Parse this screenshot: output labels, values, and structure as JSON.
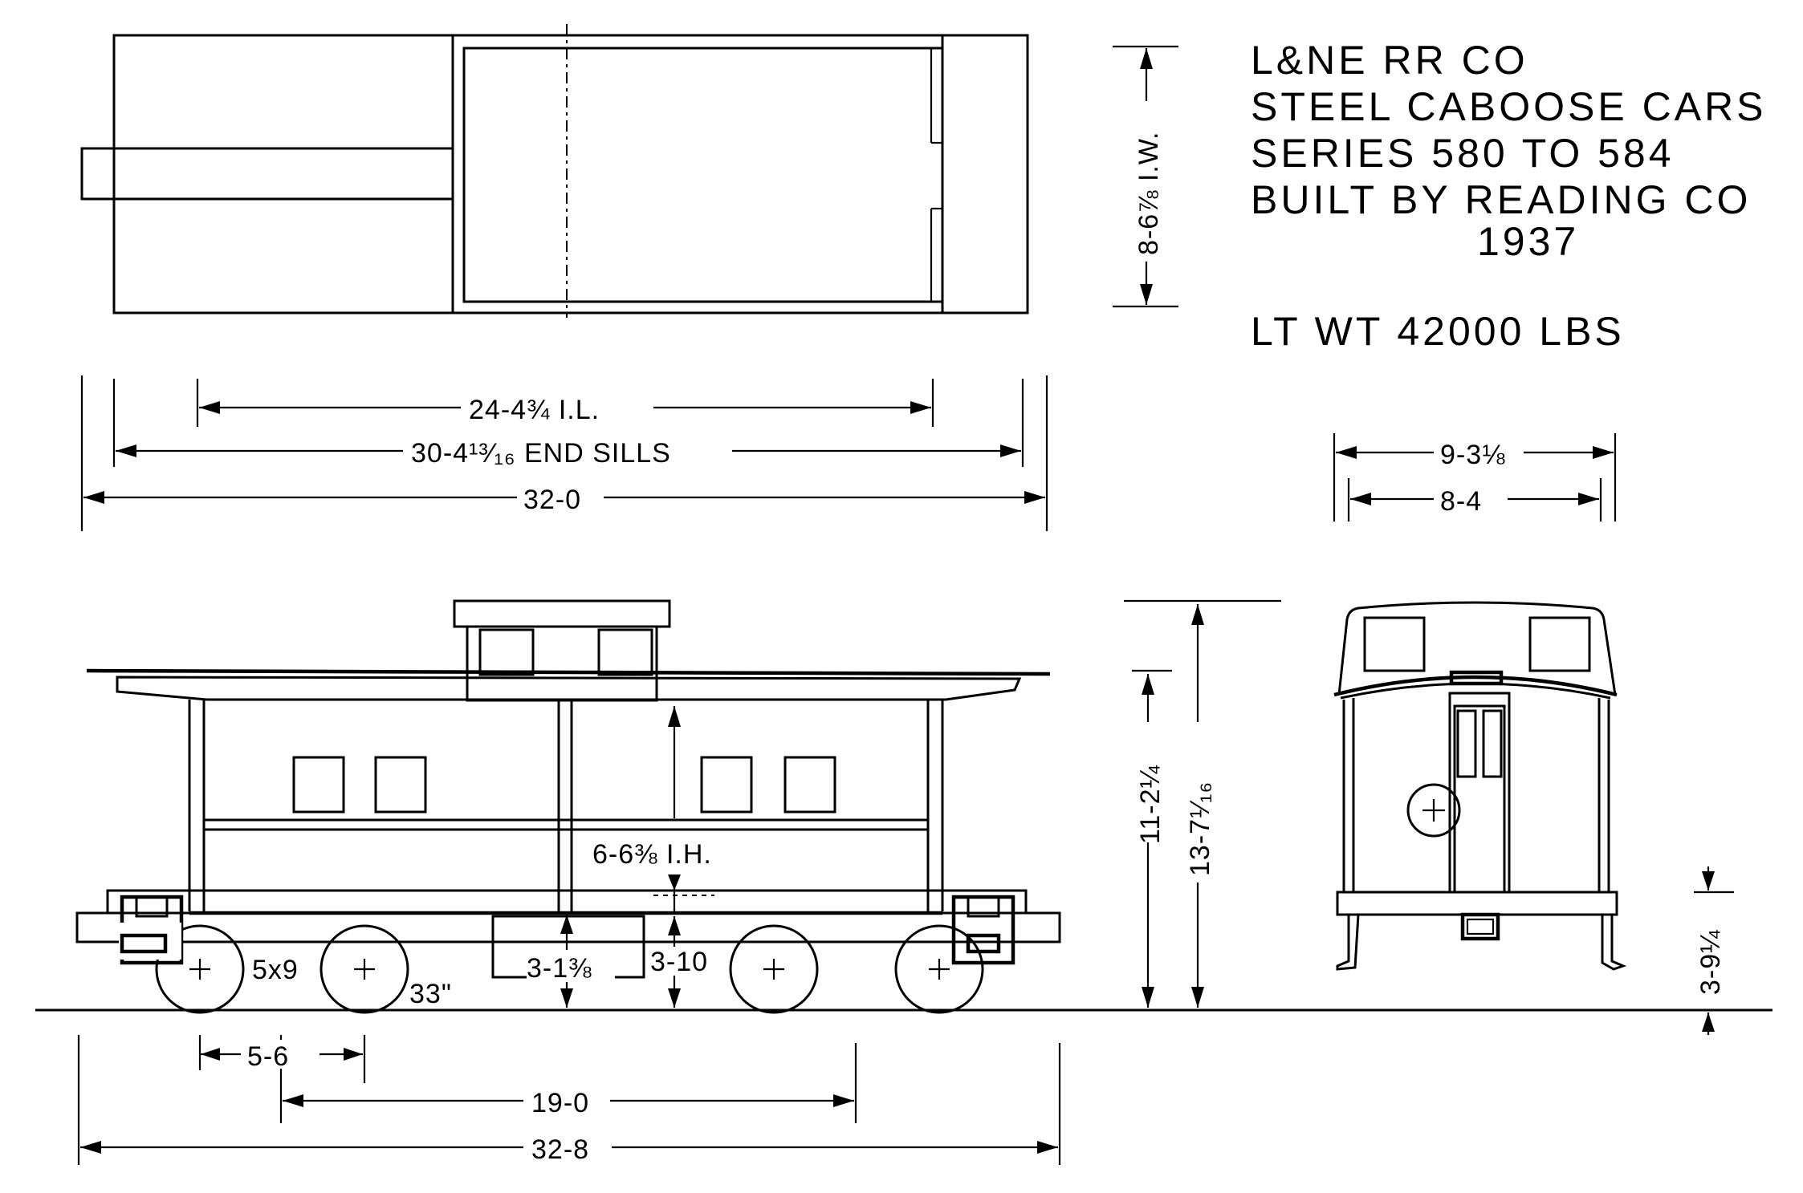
{
  "title_block": {
    "line1": "L&NE RR CO",
    "line2": "STEEL CABOOSE CARS",
    "line3": "SERIES 580 TO 584",
    "line4": "BUILT BY READING CO",
    "line5": "1937",
    "weight": "LT WT 42000 LBS"
  },
  "dimensions": {
    "inside_width": "8-6⅞ I.W.",
    "inside_length": "24-4¾ I.L.",
    "end_sills": "30-4¹³⁄₁₆ END SILLS",
    "overall_length_top": "32-0",
    "end_width_outer": "9-3⅛",
    "end_width_inner": "8-4",
    "inside_height": "6-6⅜ I.H.",
    "height_body": "11-2¼",
    "height_overall": "13-7¹⁄₁₆",
    "step_height": "3-9¼",
    "truck_box": "3-1⅜",
    "floor_height": "3-10",
    "journal": "5x9",
    "wheel_dia": "33\"",
    "truck_wheelbase": "5-6",
    "truck_centers": "19-0",
    "overall_length_bottom": "32-8"
  }
}
